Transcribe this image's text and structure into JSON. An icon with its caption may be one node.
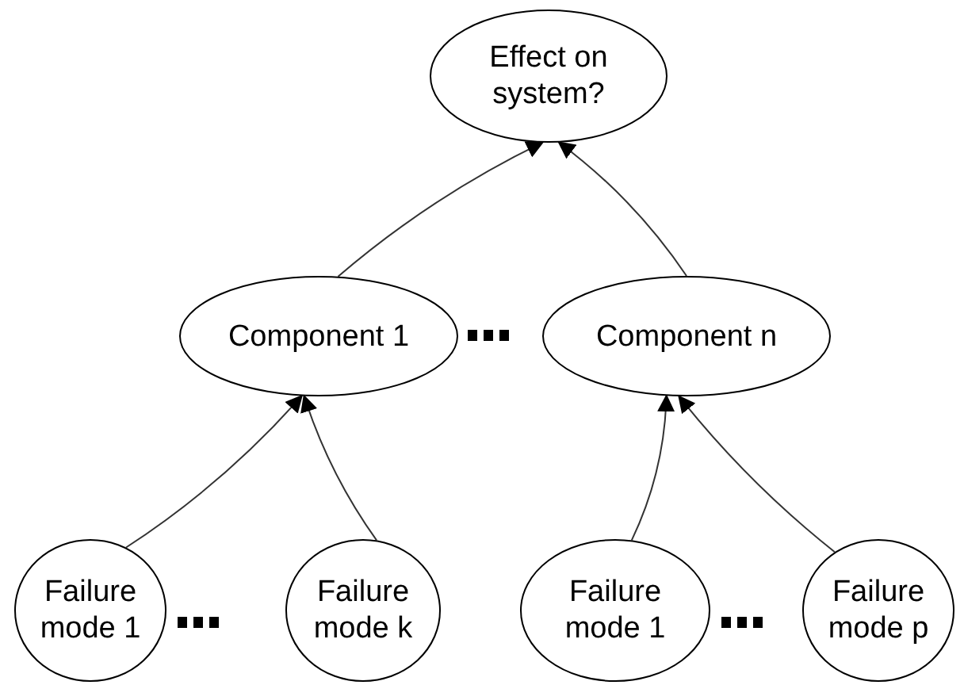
{
  "diagram": {
    "nodes": [
      {
        "text": [
          "Effect on system?"
        ]
      },
      {
        "text": [
          "Component 1"
        ]
      },
      {
        "text": [
          "Component n"
        ]
      },
      {
        "text": [
          "Failure mode 1"
        ]
      },
      {
        "text": [
          "Failure mode k"
        ]
      },
      {
        "text": [
          "Failure mode 1"
        ]
      },
      {
        "text": [
          "Failure mode p"
        ]
      }
    ],
    "edges": [
      {
        "from": 1,
        "to": 0,
        "arrow": "to"
      },
      {
        "from": 2,
        "to": 0,
        "arrow": "to"
      },
      {
        "from": 3,
        "to": 1,
        "arrow": "to"
      },
      {
        "from": 4,
        "to": 1,
        "arrow": "to"
      },
      {
        "from": 5,
        "to": 2,
        "arrow": "to"
      },
      {
        "from": 6,
        "to": 2,
        "arrow": "to"
      }
    ]
  }
}
